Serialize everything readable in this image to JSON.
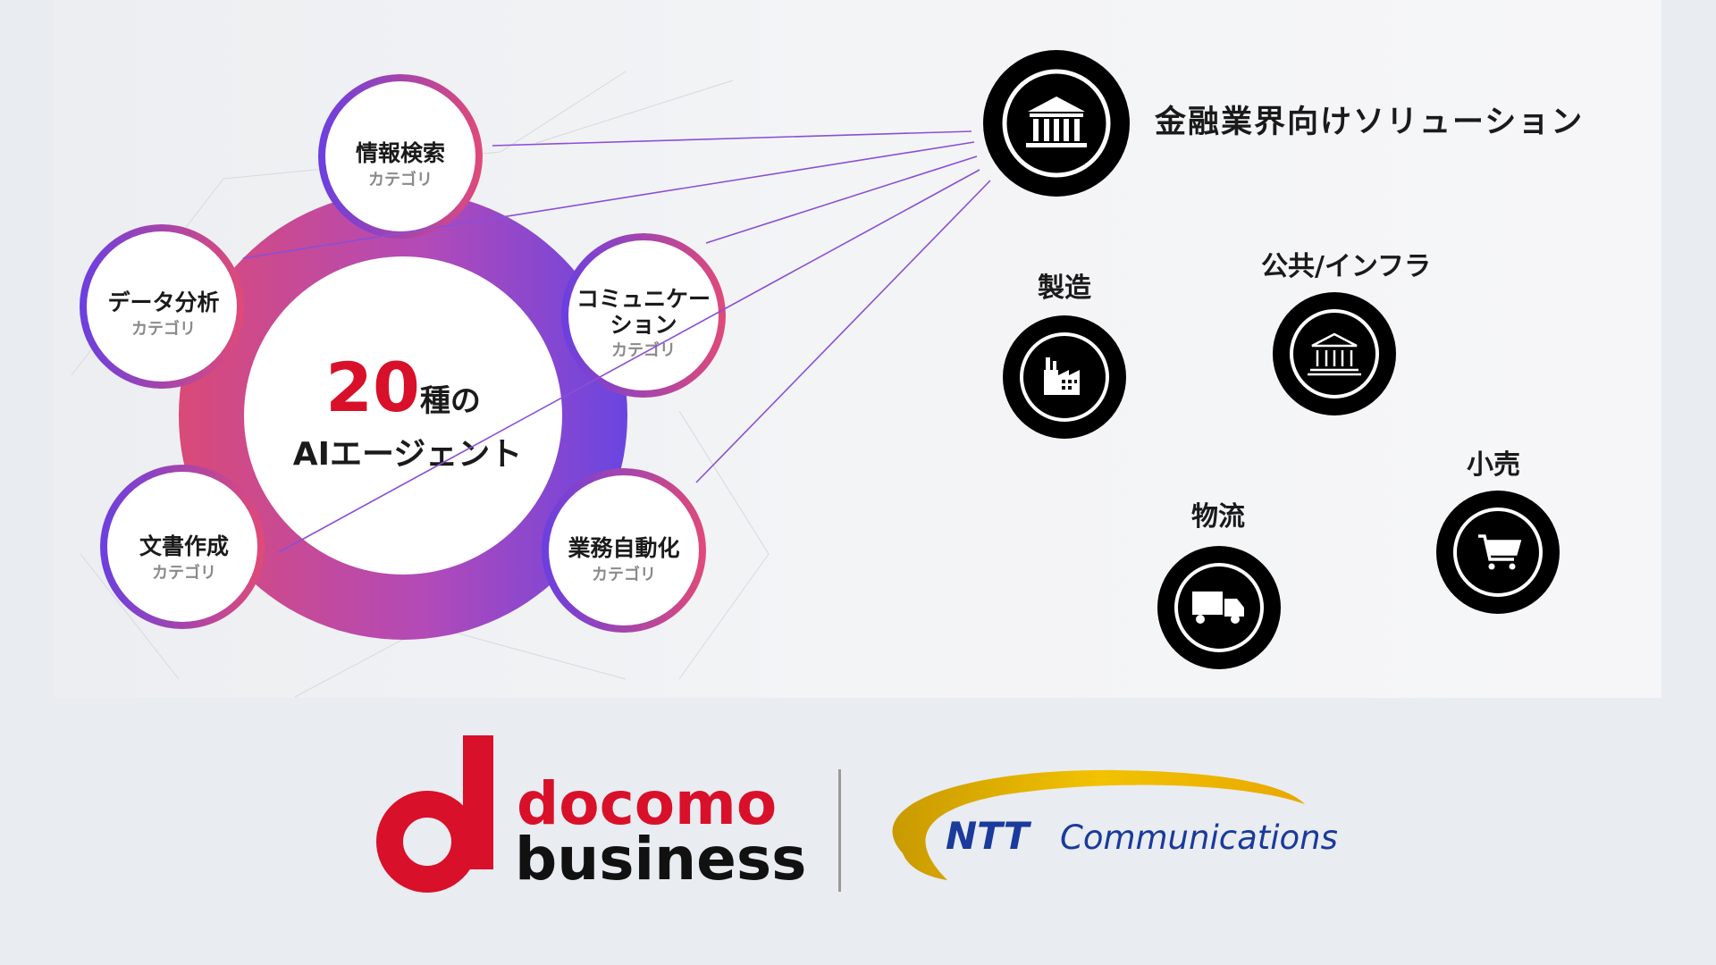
{
  "center": {
    "number": "20",
    "suffix": "種の",
    "line2": "AIエージェント"
  },
  "categories": [
    {
      "name": "情報検索",
      "sub": "カテゴリ"
    },
    {
      "name": "データ分析",
      "sub": "カテゴリ"
    },
    {
      "name_line1": "コミュニケー",
      "name_line2": "ション",
      "sub": "カテゴリ"
    },
    {
      "name": "文書作成",
      "sub": "カテゴリ"
    },
    {
      "name": "業務自動化",
      "sub": "カテゴリ"
    }
  ],
  "industries": {
    "finance": "金融業界向けソリューション",
    "manufacturing": "製造",
    "public": "公共/インフラ",
    "logistics": "物流",
    "retail": "小売"
  },
  "logos": {
    "docomo_line1": "docomo",
    "docomo_line2": "business",
    "ntt": "NTT",
    "ntt_rest": "Communications"
  },
  "colors": {
    "red": "#d9102a",
    "purple": "#6a3fe0",
    "pink": "#d8457e",
    "ntt_blue": "#1a3a9c",
    "ntt_gold": "#e8b400"
  }
}
